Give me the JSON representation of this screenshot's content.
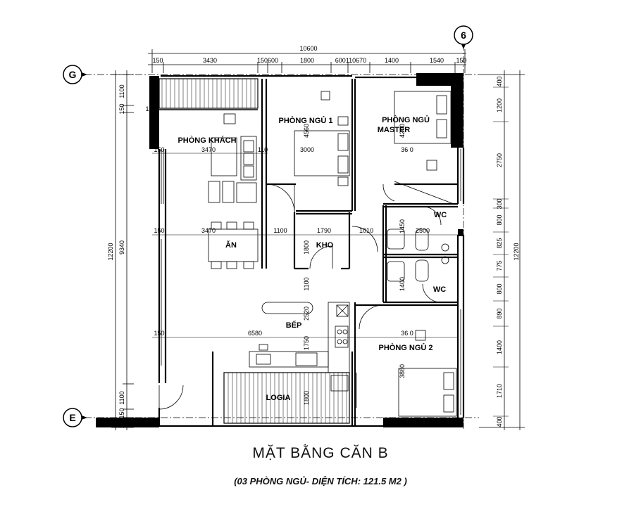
{
  "title": "MẶT BẰNG CĂN B",
  "subtitle": "(03 PHÒNG NGỦ- DIỆN TÍCH: 121.5 M2 )",
  "grid_labels": {
    "g": "G",
    "e": "E",
    "six": "6"
  },
  "rooms": {
    "phong_khach": "PHÒNG KHÁCH",
    "phong_ngu_1": "PHÒNG NGỦ 1",
    "phong_ngu_master_line1": "PHÒNG NGỦ",
    "phong_ngu_master_line2": "MASTER",
    "wc_1": "WC",
    "wc_2": "WC",
    "an": "ĂN",
    "kho": "KHO",
    "bep": "BẾP",
    "phong_ngu_2": "PHÒNG NGỦ 2",
    "logia": "LOGIA"
  },
  "dims": {
    "top_total": "10600",
    "top_segments": [
      "150",
      "3430",
      "150600",
      "1800",
      "600110670",
      "1400",
      "1540",
      "150"
    ],
    "left_total": "12200",
    "left_inner": "9340",
    "left_top_1": "1100",
    "left_top_2": "150",
    "left_bottom_1": "1100",
    "left_bottom_2": "150",
    "left_bottom_3": "150",
    "right_total": "12200",
    "right_segments": [
      "400",
      "1200",
      "2750",
      "300",
      "800",
      "825",
      "775",
      "800",
      "890",
      "1400",
      "1710",
      "400"
    ],
    "interior": {
      "k_3470a": "3470",
      "k_3470b": "3470",
      "k_150a": "150",
      "k_150b": "150",
      "k_150c": "150",
      "k_110": "110",
      "k_150x": "150",
      "pn1_4560": "4560",
      "pn1_3000": "3000",
      "m_4200": "4200",
      "m_3610": "36 0",
      "row_1100": "1100",
      "row_1790": "1790",
      "row_1010": "1010",
      "row_2500": "2500",
      "kho_1800": "1800",
      "wc_1450": "1450",
      "wc_1400": "1400",
      "v_1100": "1100",
      "v_2520": "2520",
      "v_1750": "1750",
      "bep_6580": "6580",
      "pn2_3610": "36 0",
      "pn2_3860": "3860",
      "logia_1800": "1800"
    }
  }
}
